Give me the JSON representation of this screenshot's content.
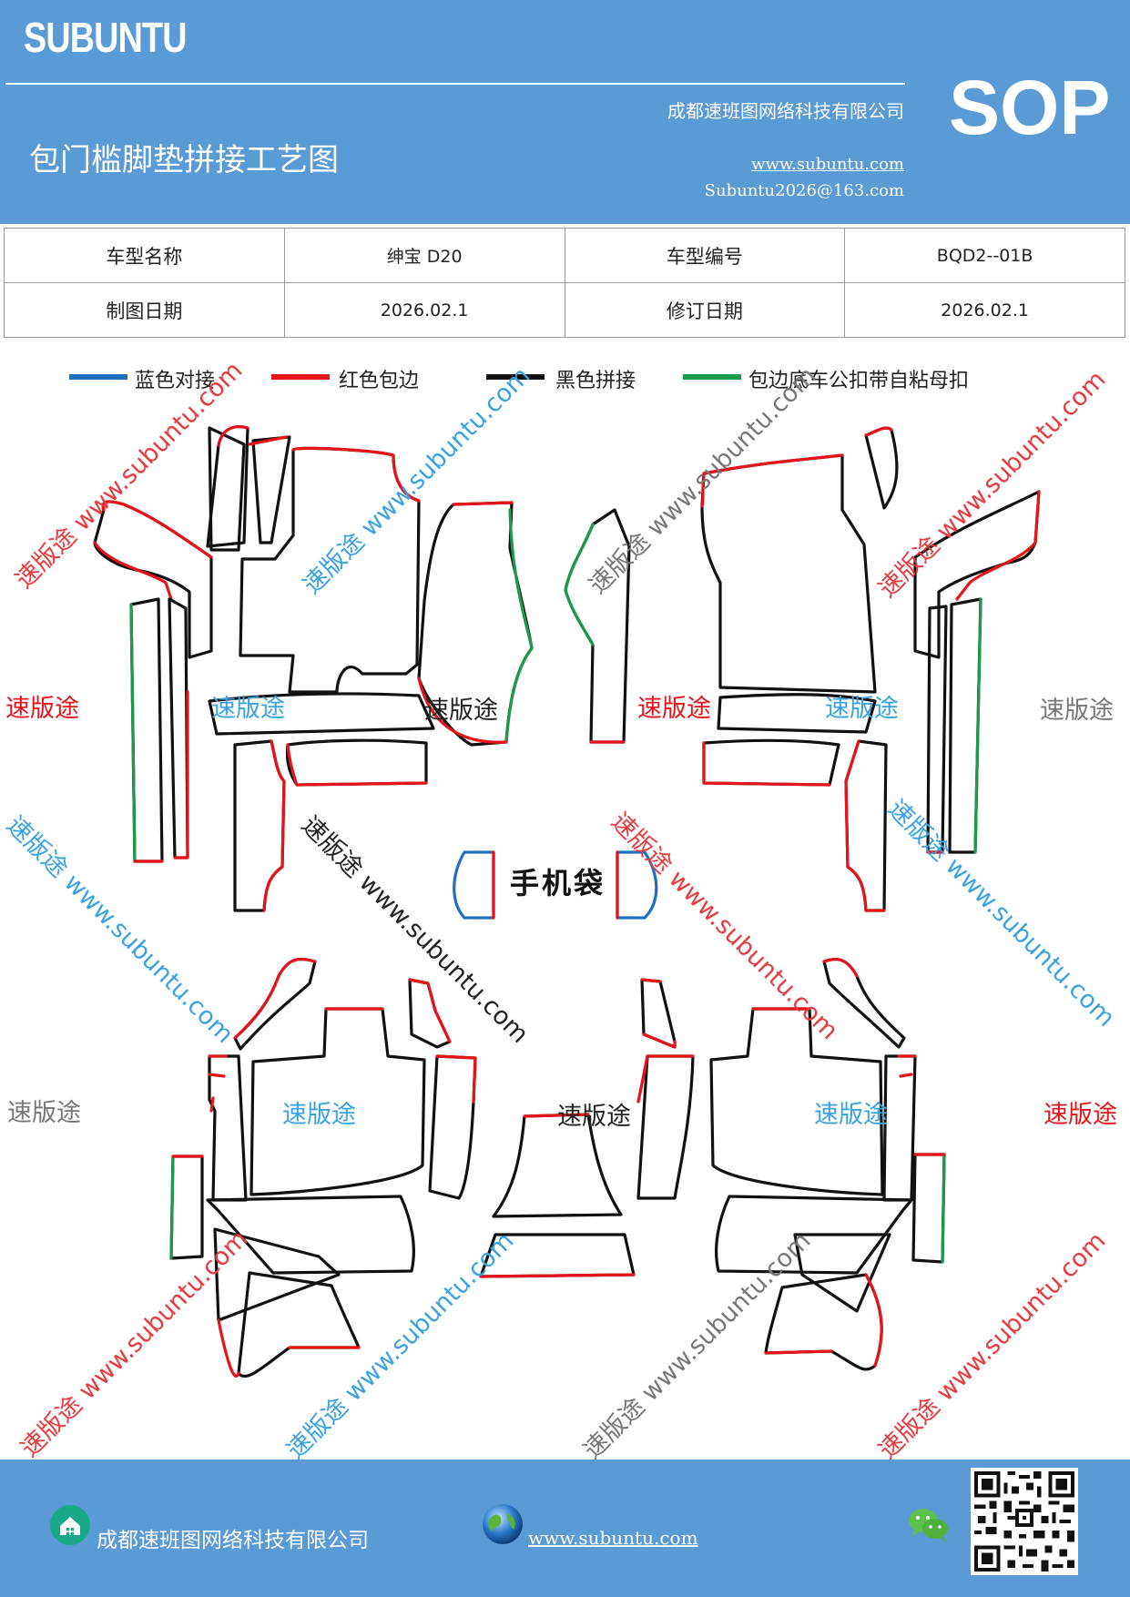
{
  "header": {
    "brand": "SUBUNTU",
    "title": "包门槛脚垫拼接工艺图",
    "company": "成都速班图网络科技有限公司",
    "website": "www.subuntu.com",
    "email": "Subuntu2026@163.com",
    "doc_type": "SOP"
  },
  "info_table": {
    "model_name_label": "车型名称",
    "model_name_value": "绅宝 D20",
    "model_code_label": "车型编号",
    "model_code_value": "BQD2--01B",
    "draw_date_label": "制图日期",
    "draw_date_value": "2026.02.1",
    "revise_date_label": "修订日期",
    "revise_date_value": "2026.02.1"
  },
  "legend": [
    {
      "label": "蓝色对接",
      "color": "#1f6fbf"
    },
    {
      "label": "红色包边",
      "color": "#e5141a"
    },
    {
      "label": "黑色拼接",
      "color": "#111111"
    },
    {
      "label": "包边底车公扣带自粘母扣",
      "color": "#1a9a4a"
    }
  ],
  "pocket_label": "手机袋",
  "watermarks": {
    "diagonal_text": "速版途 www.subuntu.com",
    "plain_text": "速版途"
  },
  "footer": {
    "company": "成都速班图网络科技有限公司",
    "website": "www.subuntu.com "
  },
  "colors": {
    "header_bg": "#5b9bd5",
    "blue_line": "#1f6fbf",
    "red_line": "#e5141a",
    "black_line": "#111111",
    "green_line": "#1a9a4a",
    "wm_red": "#e83a3f",
    "wm_blue": "#3aa2e0",
    "wm_gray": "#777777"
  },
  "icons": [
    "home-icon",
    "globe-icon",
    "wechat-icon",
    "qr-code"
  ]
}
